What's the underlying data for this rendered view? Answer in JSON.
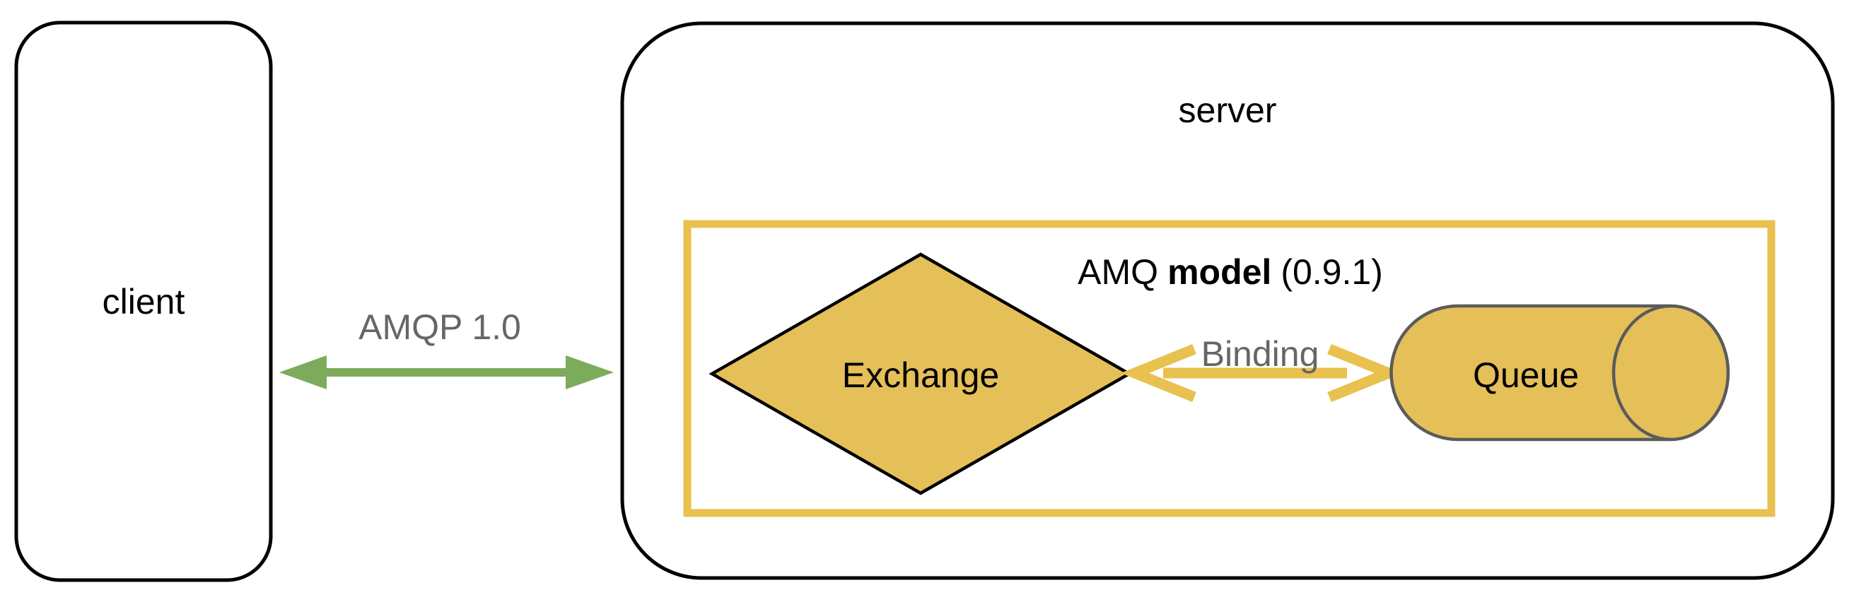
{
  "colors": {
    "yellow": "#E8C14E",
    "yellow_fill": "#E5BF58",
    "green": "#7CAB5C",
    "gray_text": "#666666",
    "gray_stroke": "#5B5B5B"
  },
  "client": {
    "label": "client"
  },
  "server": {
    "label": "server"
  },
  "amqp_link": {
    "label": "AMQP 1.0"
  },
  "amq_model": {
    "prefix": "AMQ",
    "bold": "model",
    "suffix": "(0.9.1)"
  },
  "exchange": {
    "label": "Exchange"
  },
  "binding": {
    "label": "Binding"
  },
  "queue": {
    "label": "Queue"
  }
}
